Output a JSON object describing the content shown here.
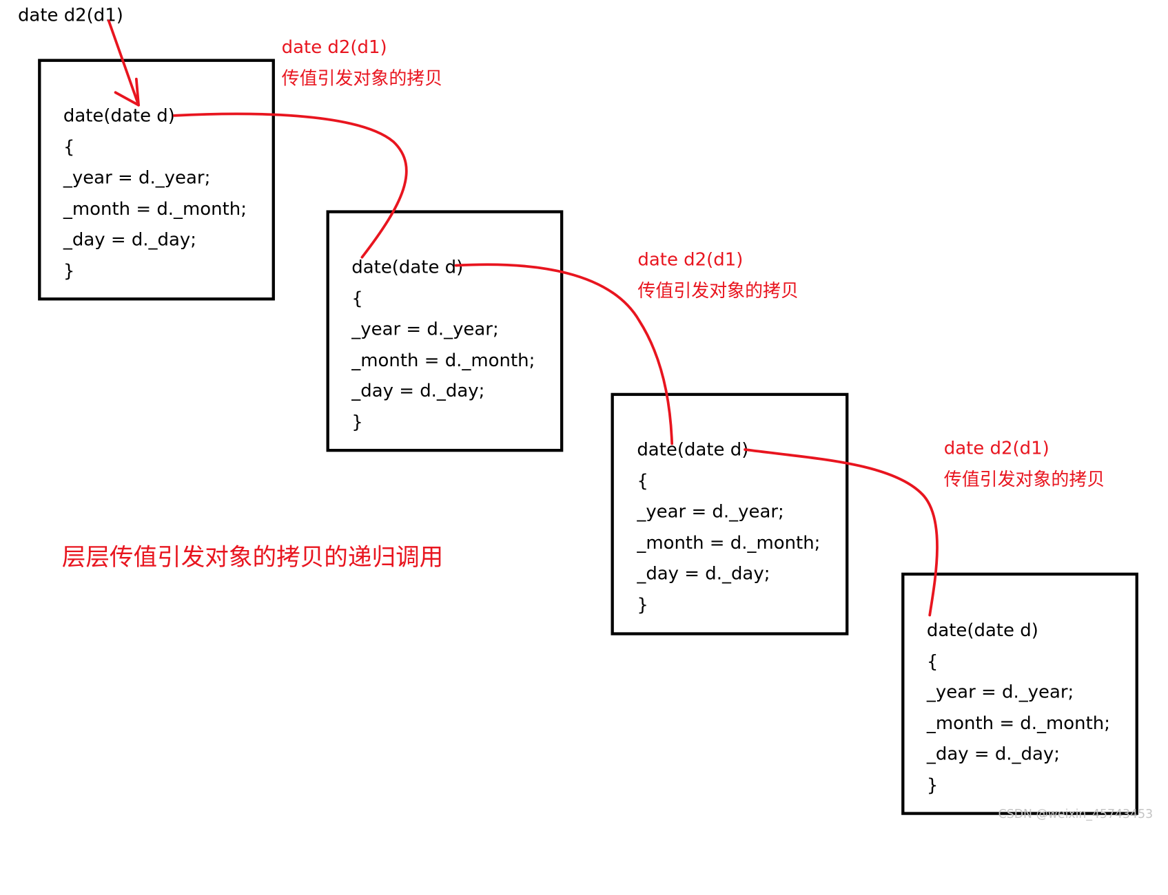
{
  "top_call": "date d2(d1)",
  "boxes": [
    {
      "header": "date(date d)",
      "lines": [
        "{",
        "_year = d._year;",
        "_month = d._month;",
        "_day = d._day;",
        "}"
      ]
    },
    {
      "header": "date(date d)",
      "lines": [
        "{",
        "_year = d._year;",
        "_month = d._month;",
        "_day = d._day;",
        "}"
      ]
    },
    {
      "header": "date(date d)",
      "lines": [
        "{",
        "_year = d._year;",
        "_month = d._month;",
        "_day = d._day;",
        "}"
      ]
    },
    {
      "header": "date(date d)",
      "lines": [
        "{",
        "_year = d._year;",
        "_month = d._month;",
        "_day = d._day;",
        "}"
      ]
    }
  ],
  "annotations": [
    {
      "call": "date d2(d1)",
      "desc": "传值引发对象的拷贝"
    },
    {
      "call": "date d2(d1)",
      "desc": "传值引发对象的拷贝"
    },
    {
      "call": "date d2(d1)",
      "desc": "传值引发对象的拷贝"
    }
  ],
  "summary": "层层传值引发对象的拷贝的递归调用",
  "watermark": "CSDN @weixin_45743453",
  "colors": {
    "annotation": "#e8151f",
    "arrow": "#e8151f",
    "box_border": "#000000",
    "code_text": "#000000"
  }
}
